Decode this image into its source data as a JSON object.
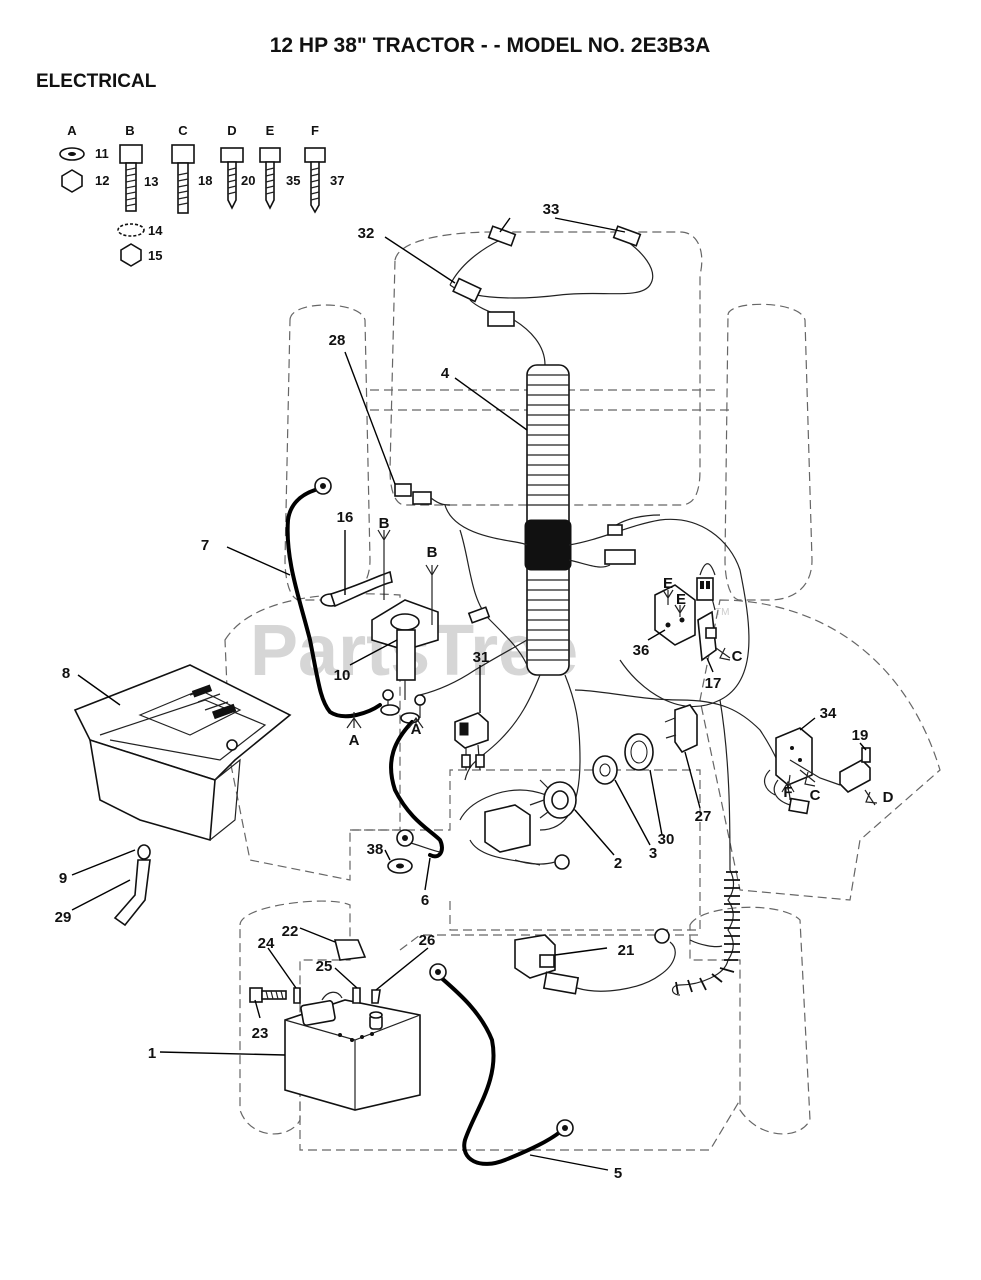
{
  "header": {
    "title": "12 HP 38\" TRACTOR - - MODEL NO. 2E3B3A",
    "section": "ELECTRICAL"
  },
  "watermark": "PartsTree",
  "watermark_tm": "TM",
  "hardware_key": [
    {
      "letter": "A",
      "parts": [
        "11",
        "12"
      ]
    },
    {
      "letter": "B",
      "parts": [
        "13",
        "14",
        "15"
      ]
    },
    {
      "letter": "C",
      "parts": [
        "18"
      ]
    },
    {
      "letter": "D",
      "parts": [
        "20"
      ]
    },
    {
      "letter": "E",
      "parts": [
        "35"
      ]
    },
    {
      "letter": "F",
      "parts": [
        "37"
      ]
    }
  ],
  "callouts": [
    "1",
    "2",
    "3",
    "4",
    "5",
    "6",
    "7",
    "8",
    "9",
    "10",
    "16",
    "17",
    "19",
    "21",
    "22",
    "23",
    "24",
    "25",
    "26",
    "27",
    "28",
    "29",
    "30",
    "31",
    "32",
    "33",
    "34",
    "36",
    "38"
  ],
  "hardware_refs": [
    "A",
    "A",
    "B",
    "B",
    "C",
    "C",
    "D",
    "E",
    "E",
    "F"
  ],
  "colors": {
    "ink": "#111111",
    "frame": "#666666",
    "watermark": "#d6d6d6"
  }
}
